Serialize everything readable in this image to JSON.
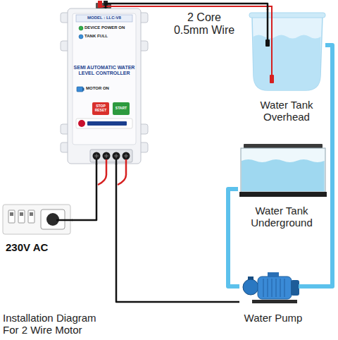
{
  "diagram": {
    "caption": "Installation Diagram For 2 Wire Motor",
    "nodes": [
      {
        "text": [
          "MODEL : LLC-V8",
          "DEVICE POWER ON",
          "TANK FULL",
          "SEMI AUTOMATIC WATER LEVEL CONTROLLER",
          "MOTOR ON"
        ]
      },
      {
        "text": [
          "STOP RESET"
        ],
        "in": 0
      },
      {
        "text": [
          "START"
        ],
        "in": 0
      },
      {
        "text": [
          "Water Tank Overhead"
        ]
      },
      {
        "text": [
          "Water Tank Underground"
        ]
      },
      {
        "text": [
          "Water Pump"
        ]
      },
      {
        "text": [
          "230V AC"
        ]
      }
    ],
    "edges": [
      {
        "from": 0,
        "to": 3,
        "arrow": "none",
        "label": "2 Core 0.5mm Wire"
      },
      {
        "from": 0,
        "to": 6,
        "arrow": "none"
      },
      {
        "from": 0,
        "to": 5,
        "arrow": "none"
      },
      {
        "from": 4,
        "to": 5,
        "arrow": "none"
      },
      {
        "from": 5,
        "to": 3,
        "arrow": "none"
      }
    ]
  }
}
